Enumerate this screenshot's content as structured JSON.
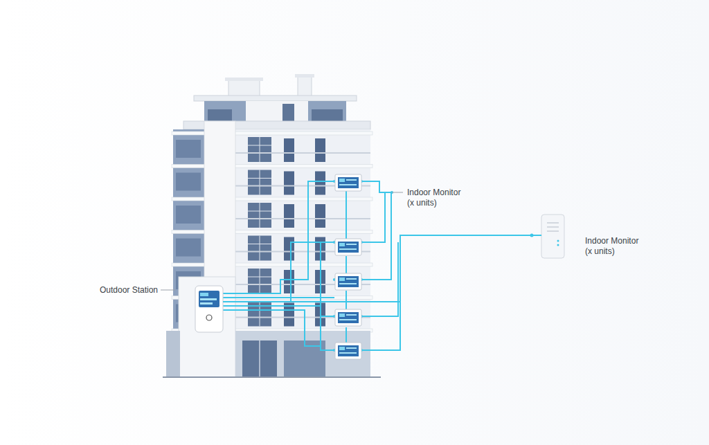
{
  "diagram": {
    "nodes": [
      {
        "text": [
          "Outdoor Station"
        ]
      },
      {
        "text": [
          "Indoor Monitor (x units)"
        ]
      }
    ],
    "edges": [
      {
        "from": 0,
        "to": 1,
        "arrow": "none"
      }
    ],
    "labels": [
      "Indoor Monitor (x units)"
    ]
  }
}
